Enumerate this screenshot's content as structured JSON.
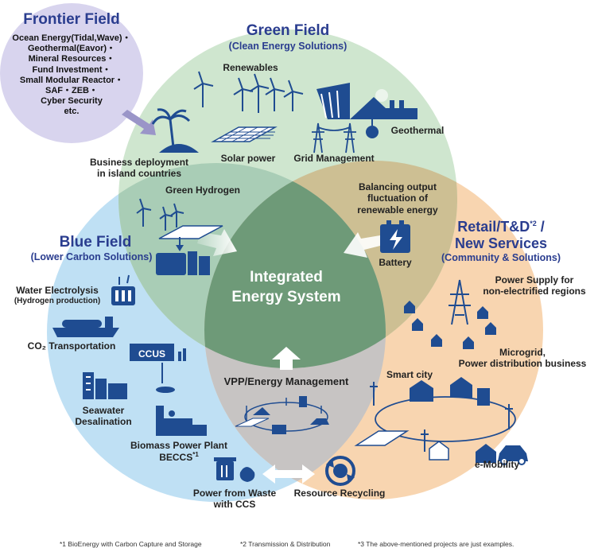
{
  "frontier": {
    "title": "Frontier Field",
    "items": [
      "Ocean Energy(Tidal,Wave)・",
      "Geothermal(Eavor)・",
      "Mineral Resources・",
      "Fund Investment・",
      "Small Modular Reactor・",
      "SAF・ZEB・",
      "Cyber Security",
      "etc."
    ]
  },
  "green": {
    "title": "Green Field",
    "subtitle": "(Clean Energy Solutions)",
    "renewables": "Renewables",
    "solar": "Solar power",
    "grid": "Grid Management",
    "geothermal": "Geothermal",
    "island": [
      "Business deployment",
      "in island countries"
    ],
    "hydrogen": "Green Hydrogen",
    "balancing": [
      "Balancing output",
      "fluctuation of",
      "renewable energy"
    ],
    "battery": "Battery"
  },
  "blue": {
    "title": "Blue Field",
    "subtitle": "(Lower Carbon Solutions)",
    "electrolysis": "Water Electrolysis",
    "electrolysis_sub": "(Hydrogen production)",
    "co2": "CO₂ Transportation",
    "ccus": "CCUS",
    "desal": [
      "Seawater",
      "Desalination"
    ],
    "biomass": [
      "Biomass Power Plant",
      "BECCS"
    ],
    "biomass_sup": "*1",
    "waste": [
      "Power from Waste",
      "with CCS"
    ]
  },
  "retail": {
    "title_a": "Retail/T&D",
    "title_sup": "*2",
    "title_b": " /",
    "title_c": "New Services",
    "subtitle": "(Community & Solutions)",
    "power_supply": [
      "Power Supply for",
      "non-electrified regions"
    ],
    "microgrid": [
      "Microgrid,",
      "Power distribution business"
    ],
    "smart_city": "Smart city",
    "emobility": "e-Mobility"
  },
  "center": {
    "title": [
      "Integrated",
      "Energy System"
    ],
    "vpp": "VPP/Energy Management",
    "recycling": "Resource Recycling"
  },
  "footnotes": [
    "*1 BioEnergy with Carbon Capture and Storage",
    "*2 Transmission & Distribution",
    "*3 The above-mentioned projects are just examples."
  ],
  "colors": {
    "green_field": "#cfe6cf",
    "blue_field": "#bfe0f4",
    "retail_field": "#f8d5b0",
    "center": "#6e9a78",
    "frontier": "#d8d4ee",
    "title_blue": "#2a3d8f",
    "icon_blue": "#1f4c91"
  }
}
